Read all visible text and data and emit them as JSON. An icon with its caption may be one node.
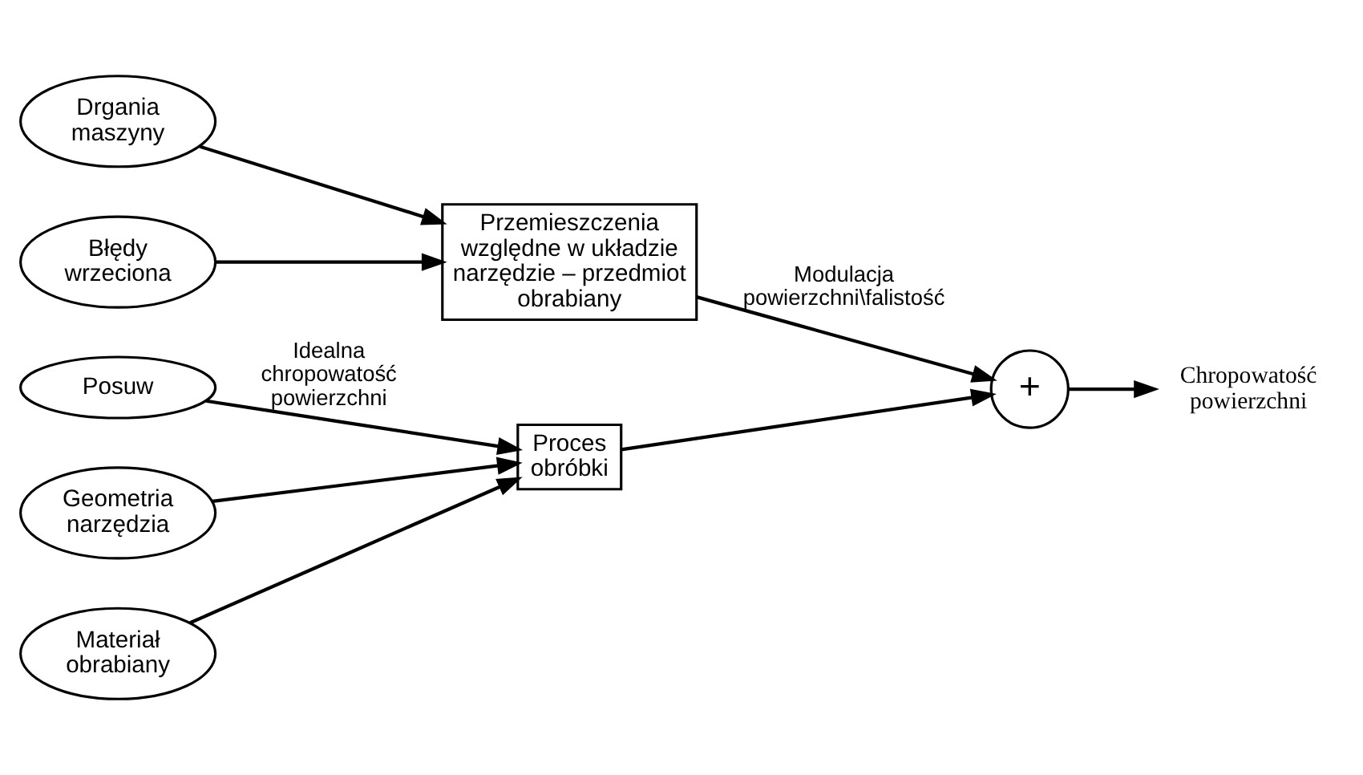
{
  "diagram": {
    "nodes": [
      {
        "text": [
          "Posuw"
        ]
      },
      {
        "text": [
          "Geometria narzędzia"
        ]
      },
      {
        "text": [
          "Materiał obrabiany"
        ]
      },
      {
        "text": [
          "Proces obróbki"
        ]
      },
      {
        "text": [
          "+"
        ]
      },
      {
        "text": [
          "Chropowatość powierzchni"
        ]
      },
      {
        "text": [
          "Błędy wrzeciona"
        ]
      },
      {
        "text": [
          "Drgania maszyny"
        ]
      },
      {
        "text": [
          "Przemieszczenia względne w układzie narzędzie – przedmiot obrabiany"
        ]
      }
    ],
    "edges": [
      {
        "from": 0,
        "to": 3,
        "arrow": "to",
        "label": "Idealna chropowatość powierzchni"
      },
      {
        "from": 1,
        "to": 3,
        "arrow": "to"
      },
      {
        "from": 2,
        "to": 3,
        "arrow": "to"
      },
      {
        "from": 3,
        "to": 4,
        "arrow": "to"
      },
      {
        "from": 4,
        "to": 5,
        "arrow": "to"
      },
      {
        "from": 6,
        "to": 8,
        "arrow": "to"
      },
      {
        "from": 7,
        "to": 8,
        "arrow": "to"
      },
      {
        "from": 8,
        "to": 4,
        "arrow": "to",
        "label": "Modulacja powierzchni\\falistość"
      }
    ]
  }
}
